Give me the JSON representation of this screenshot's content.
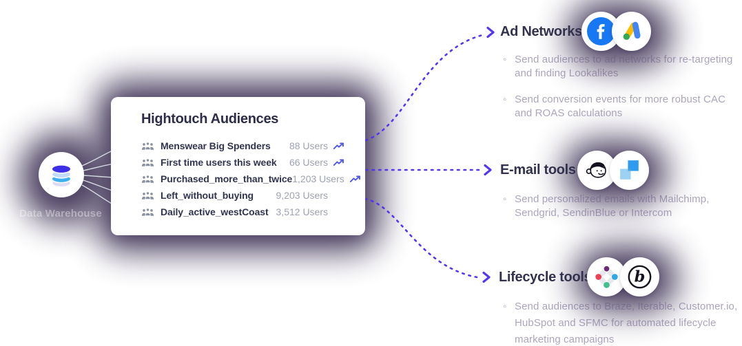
{
  "warehouse": {
    "label": "Data Warehouse"
  },
  "card": {
    "title": "Hightouch Audiences",
    "rows": [
      {
        "name": "Menswear Big Spenders",
        "count": "88 Users",
        "trend": true
      },
      {
        "name": "First time users this week",
        "count": "66 Users",
        "trend": true
      },
      {
        "name": "Purchased_more_than_twice",
        "count": "1,203 Users",
        "trend": true
      },
      {
        "name": "Left_without_buying",
        "count": "9,203 Users",
        "trend": false
      },
      {
        "name": "Daily_active_westCoast",
        "count": "3,512 Users",
        "trend": false
      }
    ]
  },
  "destinations": [
    {
      "label": "Ad Networks",
      "icons": [
        "facebook-icon",
        "google-ads-icon"
      ],
      "bullets": [
        "Send audiences to ad networks for re-targeting and finding Lookalikes",
        "Send conversion events for more robust CAC and ROAS calculations"
      ]
    },
    {
      "label": "E-mail tools",
      "icons": [
        "mailchimp-icon",
        "sendgrid-icon"
      ],
      "bullets": [
        "Send personalized emails with Mailchimp, Sendgrid, SendinBlue or Intercom"
      ]
    },
    {
      "label": "Lifecycle tools",
      "icons": [
        "iterable-icon",
        "braze-icon"
      ],
      "bullets": [
        "Send audiences to Braze, Iterable, Customer.io, HubSpot and SFMC for automated lifecycle marketing campaigns"
      ]
    }
  ],
  "colors": {
    "accent_purple": "#5436F2",
    "glow_purple": "#3E3255",
    "facebook_blue": "#1877F2",
    "trend_blue": "#4A55F2",
    "heading_navy": "#32324E"
  }
}
